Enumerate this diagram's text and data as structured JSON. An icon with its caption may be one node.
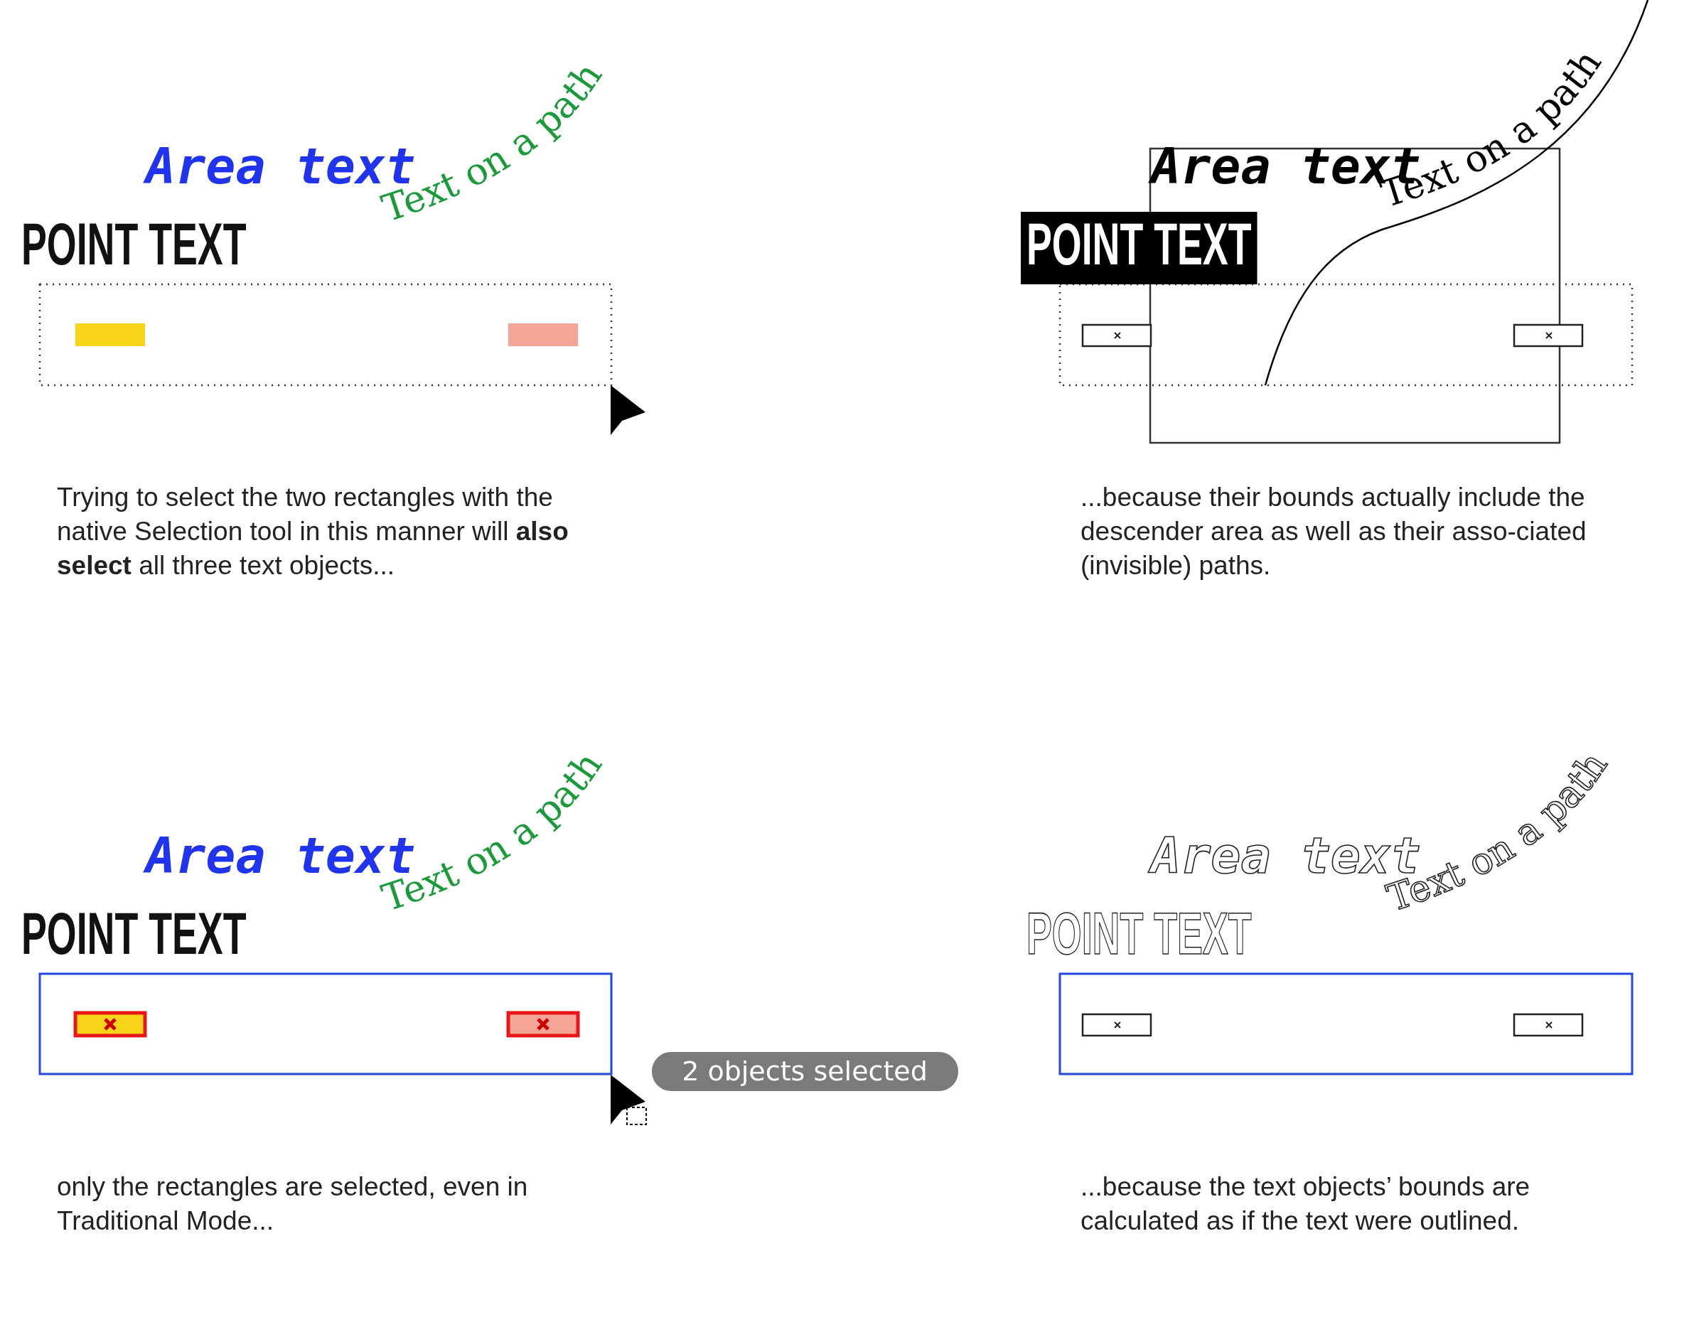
{
  "diagram": {
    "labels": [
      "Text on a path",
      "Area text",
      "POINT TEXT",
      "Trying to select the two rectangles with the native Selection tool in this manner will **also select** all three text objects...",
      "Text on a path",
      "Area text",
      "POINT TEXT",
      "...because their bounds actually include the descender area as well as their asso-ciated (invisible) paths.",
      "Text on a path",
      "Area text",
      "POINT TEXT",
      "2 objects selected",
      "only the rectangles are selected, even in Traditional Mode...",
      "Text on a path",
      "Area text",
      "POINT TEXT",
      "...because the text objects’ bounds are calculated as if the text were outlined."
    ]
  }
}
